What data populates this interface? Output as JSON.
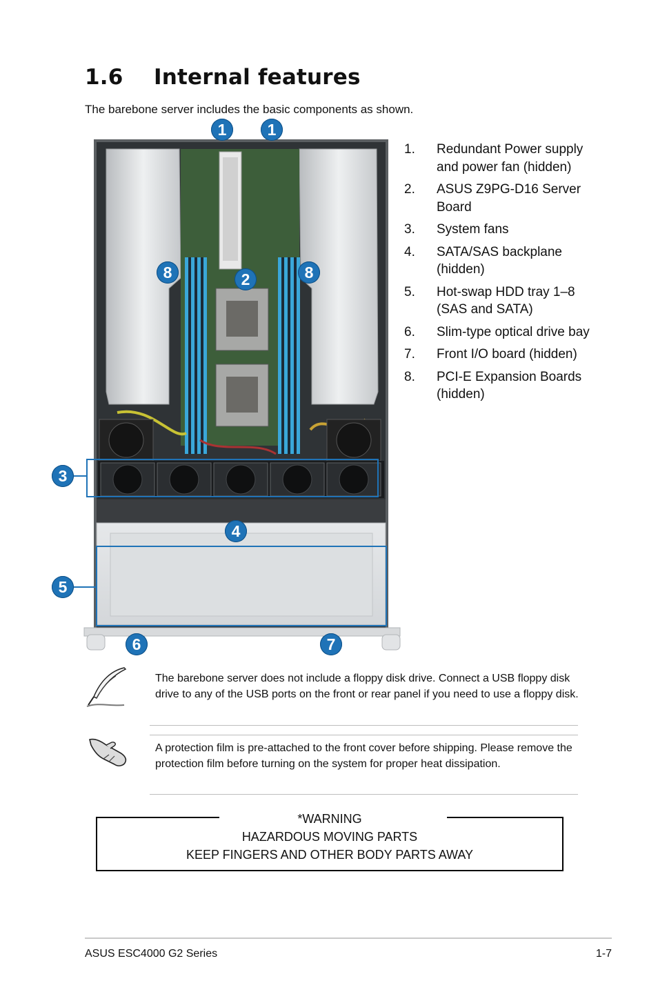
{
  "heading": {
    "number": "1.6",
    "title": "Internal features"
  },
  "intro": "The barebone server includes the basic components as shown.",
  "callouts": {
    "c1a": "1",
    "c1b": "1",
    "c2": "2",
    "c3": "3",
    "c4": "4",
    "c5": "5",
    "c6": "6",
    "c7": "7",
    "c8a": "8",
    "c8b": "8"
  },
  "components": [
    {
      "num": "1.",
      "text": "Redundant Power supply and power fan (hidden)"
    },
    {
      "num": "2.",
      "text": "ASUS Z9PG-D16 Server Board"
    },
    {
      "num": "3.",
      "text": "System fans"
    },
    {
      "num": "4.",
      "text": "SATA/SAS backplane (hidden)"
    },
    {
      "num": "5.",
      "text": "Hot-swap HDD tray 1–8 (SAS and SATA)"
    },
    {
      "num": "6.",
      "text": "Slim-type optical drive bay"
    },
    {
      "num": "7.",
      "text": "Front I/O board (hidden)"
    },
    {
      "num": "8.",
      "text": "PCI-E Expansion Boards (hidden)"
    }
  ],
  "notes": [
    {
      "icon": "pen-icon",
      "text": "The barebone server does not include a floppy disk drive. Connect a USB floppy disk drive to any of the USB ports on the front or rear panel if you need to use a floppy disk."
    },
    {
      "icon": "hand-icon",
      "text": "A protection film is pre-attached to the front cover before shipping. Please remove the protection film before turning on the system for proper heat dissipation."
    }
  ],
  "warning": {
    "line1": "*WARNING",
    "line2": "HAZARDOUS MOVING PARTS",
    "line3": "KEEP FINGERS AND OTHER BODY PARTS AWAY"
  },
  "footer": {
    "left": "ASUS ESC4000 G2 Series",
    "right": "1-7"
  },
  "colors": {
    "callout": "#1f73b7",
    "highlight_box": "#1f73b7"
  }
}
